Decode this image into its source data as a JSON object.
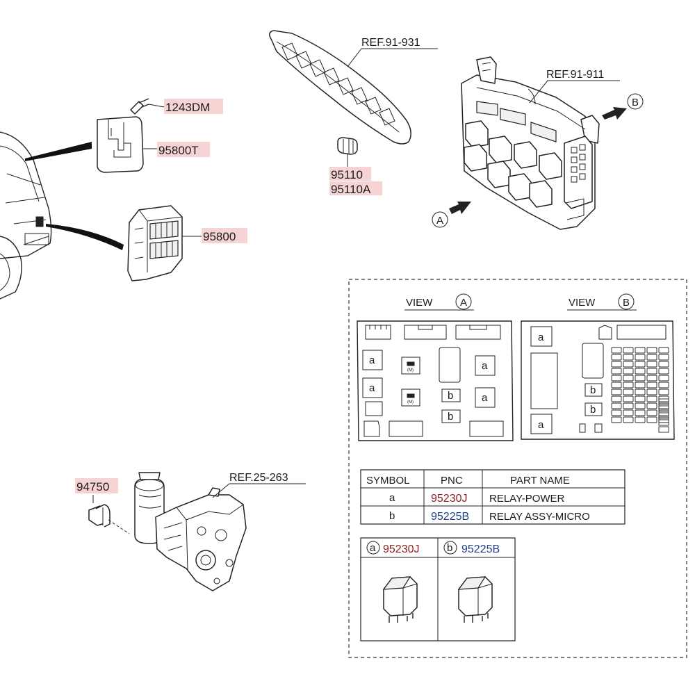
{
  "colors": {
    "label_highlight": "#f7d4d4",
    "pnc_red": "#8a1f1f",
    "pnc_blue": "#1f3f8a",
    "line": "#222222"
  },
  "parts": {
    "p1243DM": "1243DM",
    "p95800T": "95800T",
    "p95800": "95800",
    "p95110": "95110",
    "p95110A": "95110A",
    "p94750": "94750"
  },
  "refs": {
    "ref91931": "REF.91-931",
    "ref91911": "REF.91-911",
    "ref25263": "REF.25-263"
  },
  "arrows": {
    "a": "A",
    "b": "B"
  },
  "views": {
    "view_a_title": "VIEW",
    "view_a_letter": "A",
    "view_b_title": "VIEW",
    "view_b_letter": "B",
    "slot_a": "a",
    "slot_b": "b"
  },
  "table": {
    "headers": [
      "SYMBOL",
      "PNC",
      "PART NAME"
    ],
    "rows": [
      {
        "symbol": "a",
        "pnc": "95230J",
        "name": "RELAY-POWER"
      },
      {
        "symbol": "b",
        "pnc": "95225B",
        "name": "RELAY ASSY-MICRO"
      }
    ]
  },
  "relay_boxes": [
    {
      "symbol": "a",
      "pnc": "95230J"
    },
    {
      "symbol": "b",
      "pnc": "95225B"
    }
  ]
}
